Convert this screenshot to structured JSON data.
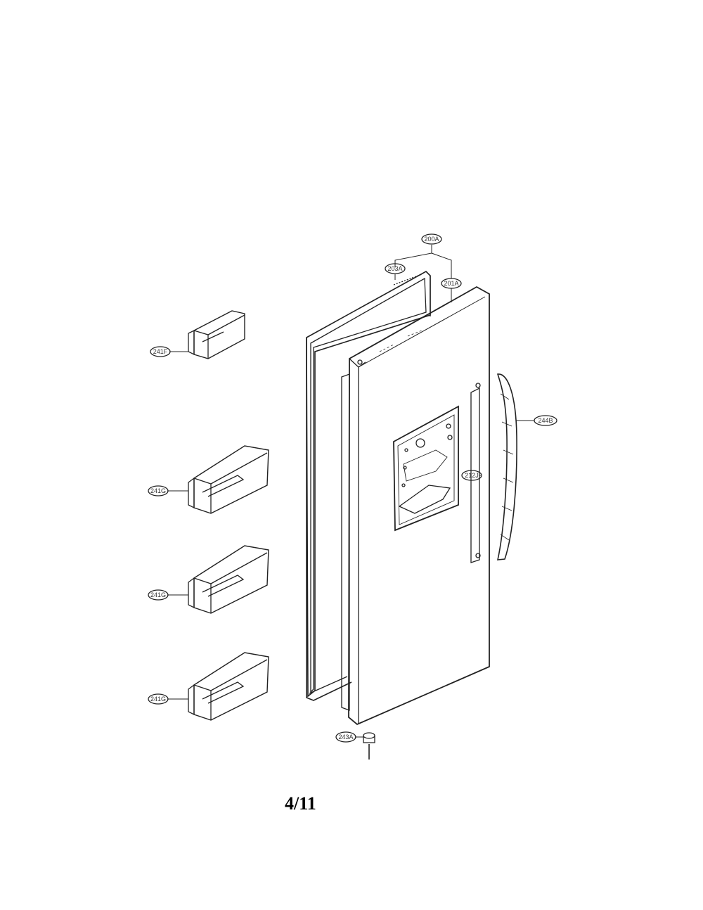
{
  "callouts": {
    "door_assembly": "200A",
    "gasket": "203A",
    "door_foam": "201A",
    "handle": "244B",
    "deco": "212J",
    "hinge": "243A",
    "basket_small": "241F",
    "basket_1": "241G",
    "basket_2": "241G",
    "basket_3": "241G"
  },
  "page_number": "4/11"
}
